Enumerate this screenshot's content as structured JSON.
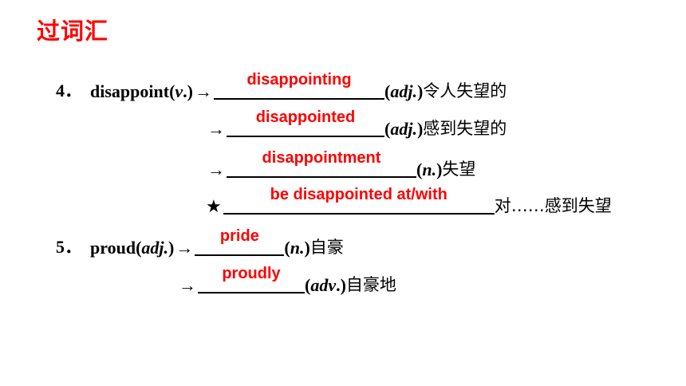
{
  "heading": "过词汇",
  "arrow": "→",
  "star": "★",
  "item4": {
    "num": "4．",
    "word": "disappoint(",
    "pos": "v",
    "close": ".)",
    "rows": [
      {
        "answer": "disappointing",
        "pos": "adj.",
        "meaning": "令人失望的"
      },
      {
        "answer": "disappointed",
        "pos": "adj.",
        "meaning": "感到失望的"
      },
      {
        "answer": "disappointment",
        "pos": "n.",
        "meaning": "失望"
      },
      {
        "answer": "be disappointed at/with",
        "meaning": "对……感到失望"
      }
    ]
  },
  "item5": {
    "num": "5．",
    "word": "proud(",
    "pos": "adj.",
    "close": ")",
    "rows": [
      {
        "answer": "pride",
        "pos": "n.",
        "meaning": "自豪"
      },
      {
        "answer": "proudly",
        "pos": "adv",
        "pos_close": ".)",
        "meaning": "自豪地"
      }
    ]
  }
}
